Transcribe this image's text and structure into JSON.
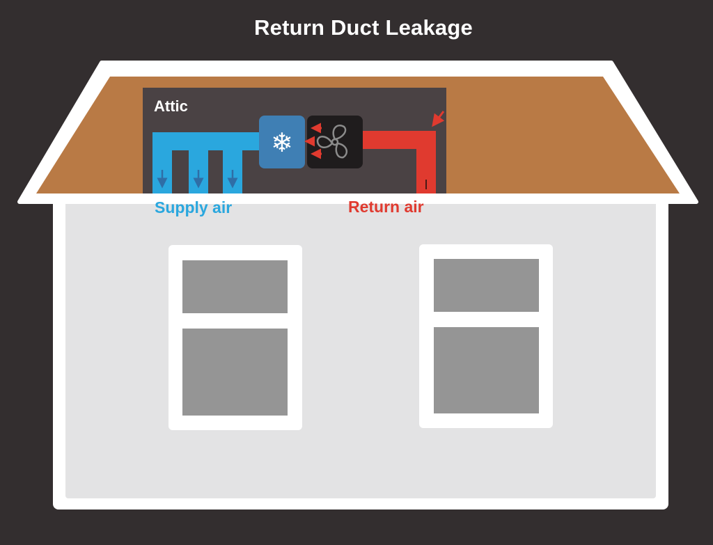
{
  "title": "Return Duct Leakage",
  "labels": {
    "attic": "Attic",
    "supply_air": "Supply air",
    "return_air": "Return air"
  },
  "icons": {
    "coil": "snowflake-icon",
    "fan": "fan-icon"
  },
  "colors": {
    "background": "#332e2f",
    "roof": "#b97a45",
    "attic": "#4a4244",
    "wall": "#e3e3e4",
    "outline": "#ffffff",
    "supply": "#2aa7de",
    "return": "#e03a2f",
    "coil_box": "#3f7fb4",
    "fan_box": "#1f1c1d",
    "window_glass": "#959595"
  }
}
